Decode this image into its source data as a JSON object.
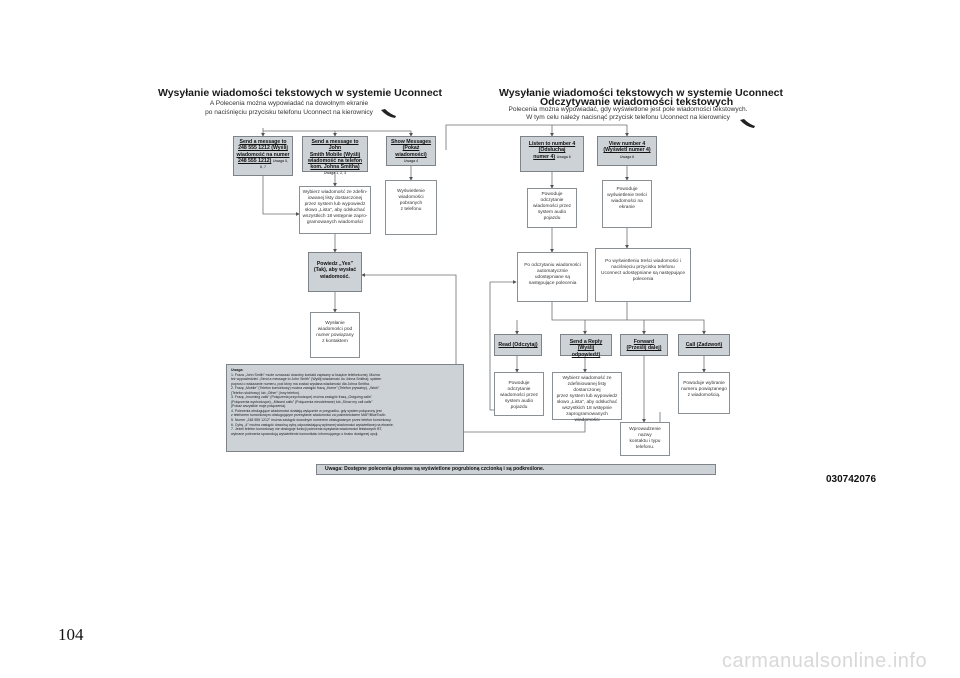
{
  "left": {
    "title": "Wysyłanie wiadomości tekstowych w systemie Uconnect",
    "sub1": "A Polecenia można wypowiadać na dowolnym ekranie",
    "sub2": "po naciśnięciu przycisku telefonu Uconnect na kierownicy",
    "box_send_number": [
      "Send a message to",
      "248 555 1212 (Wyślij",
      "wiadomość na numer",
      "248 555 1212)"
    ],
    "box_send_number_note": "Uwaga 5, 6, 7",
    "box_send_name": [
      "Send a message to John",
      "Smith Mobile (Wyślij",
      "wiadomość na telefon",
      "kom. Johna Smitha)"
    ],
    "box_send_name_note": "Uwaga 1, 2, 3",
    "box_show": [
      "Show Messages",
      "(Pokaż wiadomości)"
    ],
    "box_show_note": "Uwaga 4",
    "box_choose": [
      "Wybierz wiadomość ze zdefin-",
      "iowanej listy dostarczonej",
      "przez system lub wypowiedz",
      "słowo „Lista”, aby odsłuchać",
      "wszystkich 18 wstępnie zapro-",
      "gramowanych wiadomości"
    ],
    "box_display": [
      "Wyświetlenie",
      "wiadomości",
      "pobranych",
      "z telefonu"
    ],
    "box_say_yes": [
      "Powiedz „Yes”",
      "(Tak), aby wysłać",
      "wiadomość."
    ],
    "box_sending": [
      "Wysłanie",
      "wiadomości pod",
      "numer powiązany",
      "z kontaktem"
    ],
    "notes": [
      "Uwaga:",
      "1.   Fraza „John Smith” może oznaczać dowolny kontakt zapisany w książce telefonicznej. Można",
      "       też wypowiedzieć „Send a message to John Smith” (Wyślij wiadomość do Johna Smitha); system",
      "       poprosi o wskazanie numeru, pod który ma zostać wysłana wiadomość dla Johna Smitha.",
      "2.   Frazę „Mobile” (Telefon komórkowy) można zastąpić frazą „Home” (Telefon prywatny), „Work”",
      "       (Telefon służbowy) lub „Other” (Inny telefon).",
      "3.   Frazę „Incoming calls” (Połączenia przychodzące) można zastąpić frazą „Outgoing calls”",
      "       (Połączenia wychodzące), „Missed calls” (Połączenia nieodebrane) lub „Show my call calls”",
      "       (Pokaż wszystkie moje połączenia).",
      "4.   Polecenia obsługujące wiadomości działają wyłącznie w przypadku, gdy system połączony jest",
      "       z telefonem komórkowym obsługującym przesyłanie wiadomości za pośrednictwem MAP/BlueTooth.",
      "5.   Numer „248 555 1212” można zastąpić dowolnym numerem obsługiwanym przez telefon komórkowy.",
      "6.   Cyfrę „4” można zastąpić dowolną cyfrą odpowiadającą wybranej wiadomości wyświetlanej na ekranie.",
      "7.   Jeżeli telefon komórkowy nie obsługuje funkcji polecenia wysyłania wiadomości tekstowych BT,",
      "       wybrane polecenia spowodują wyświetlenie komunikatu informującego o braku dostępnej opcji."
    ],
    "footnote": "Uwaga: Dostępne polecenia głosowe są wyświetlone pogrubioną czcionką i są podkreślone."
  },
  "right": {
    "title": "Wysyłanie wiadomości tekstowych w systemie Uconnect",
    "title2": "Odczytywanie wiadomości tekstowych",
    "sub1": "Polecenia można wypowiadać, gdy wyświetlone jest pole wiadomości tekstowych.",
    "sub2": "W tym celu należy nacisnąć przycisk telefonu Uconnect na kierownicy",
    "box_listen": [
      "Listen to number 4",
      "(Odsłuchaj",
      "numer 4)"
    ],
    "box_listen_note": "Uwaga 6",
    "box_view": [
      "View number 4",
      "(Wyświetl numer 4)"
    ],
    "box_view_note": "Uwaga 6",
    "box_reads": [
      "Powoduje",
      "odczytanie",
      "wiadomości przez",
      "system audio",
      "pojazdu"
    ],
    "box_shows": [
      "Powoduje",
      "wyświetlenie treści",
      "wiadomości na",
      "ekranie"
    ],
    "box_after_read": [
      "Po odczytaniu wiadomości",
      "automatycznie",
      "udostępniane są",
      "następujące polecenia"
    ],
    "box_after_view": [
      "Po wyświetleniu treści wiadomości i",
      "naciśnięciu przycisku telefonu",
      "Uconnect udostępniane są następujące",
      "polecenia"
    ],
    "box_read": [
      "Read (Odczytaj)"
    ],
    "box_reply": [
      "Send a Reply",
      "(Wyślij odpowiedź)"
    ],
    "box_forward": [
      "Forward",
      "(Prześlij dalej)"
    ],
    "box_call": [
      "Call (Zadzwoń)"
    ],
    "box_read_result": [
      "Powoduje odczytanie",
      "wiadomości przez",
      "system audio",
      "pojazdu"
    ],
    "box_reply_result": [
      "Wybierz wiadomość ze",
      "zdefiniowanej listy dostarczonej",
      "przez system lub wypowiedz",
      "słowo „Lista”, aby odsłuchać",
      "wszystkich 18 wstępnie",
      "zaprogramowanych wiadomości"
    ],
    "box_forward_result": [
      "Wprowadzenie nazwy",
      "kontaktu i typu",
      "telefonu."
    ],
    "box_call_result": [
      "Powoduje wybranie",
      "numeru powiązanego",
      "z wiadomością."
    ]
  },
  "code": "030742076",
  "page_number": "104",
  "watermark": "carmanualsonline.info"
}
